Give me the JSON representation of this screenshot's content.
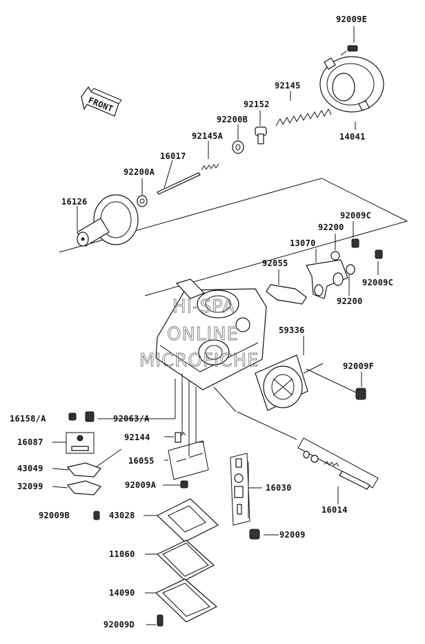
{
  "front_label": "FRONT",
  "watermark": [
    "HI-SPA",
    "ONLINE",
    "MICROFICHE"
  ],
  "parts": {
    "p92009E": "92009E",
    "p92145": "92145",
    "p92152": "92152",
    "p92200B": "92200B",
    "p92145A": "92145A",
    "p16017": "16017",
    "p92200A": "92200A",
    "p16126": "16126",
    "p14041": "14041",
    "p92009C_a": "92009C",
    "p92200_a": "92200",
    "p13070": "13070",
    "p92055": "92055",
    "p92009C_b": "92009C",
    "p92200_b": "92200",
    "p59336": "59336",
    "p92009F": "92009F",
    "p16158A": "16158/A",
    "p92063A": "92063/A",
    "p16087": "16087",
    "p92144": "92144",
    "p43049": "43049",
    "p16055": "16055",
    "p32099": "32099",
    "p92009A": "92009A",
    "p16030": "16030",
    "p16014": "16014",
    "p92009B": "92009B",
    "p43028": "43028",
    "p92009": "92009",
    "p11060": "11060",
    "p14090": "14090",
    "p92009D": "92009D"
  }
}
